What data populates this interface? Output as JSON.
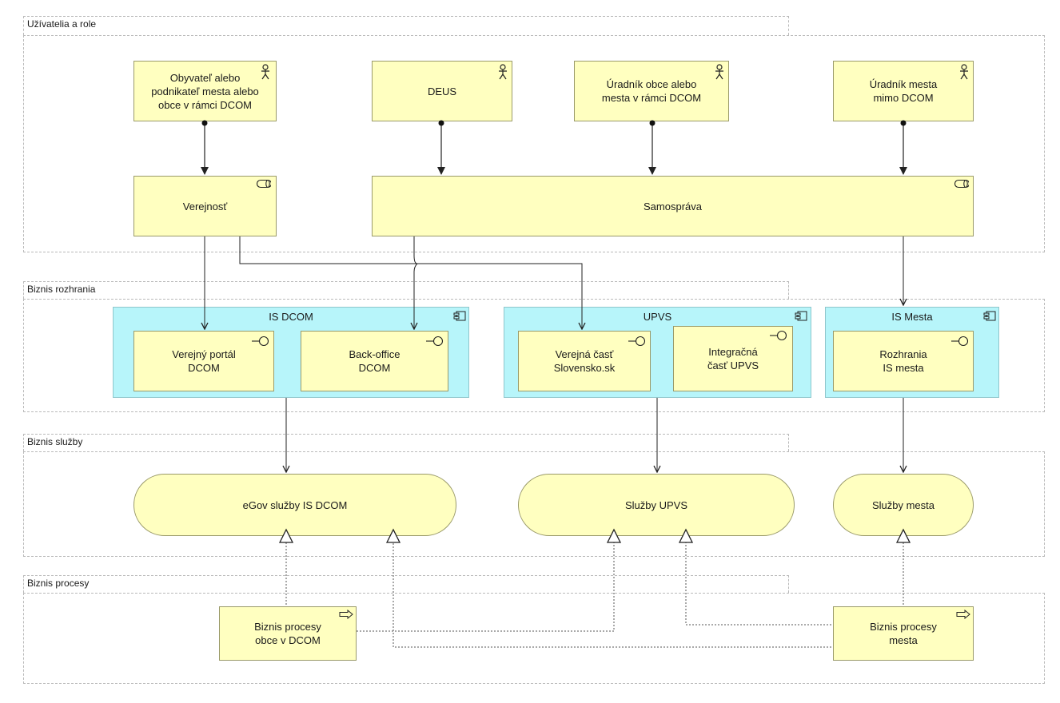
{
  "groups": {
    "users": "Užívatelia a role",
    "interfaces": "Biznis rozhrania",
    "services": "Biznis služby",
    "processes": "Biznis procesy"
  },
  "actors": {
    "citizen": "Obyvateľ alebo podnikateľ mesta alebo obce v rámci DCOM",
    "deus": "DEUS",
    "official_dcom": "Úradník obce alebo mesta v rámci DCOM",
    "official_city": "Úradník mesta mimo DCOM"
  },
  "roles": {
    "public": "Verejnosť",
    "selfgov": "Samospráva"
  },
  "apps": {
    "isdcom": "IS DCOM",
    "upvs": "UPVS",
    "iscity": "IS Mesta"
  },
  "interfaces": {
    "public_portal": "Verejný portál DCOM",
    "backoffice": "Back-office DCOM",
    "public_part": "Verejná časť Slovensko.sk",
    "integration": "Integračná časť UPVS",
    "city_if": "Rozhrania IS mesta"
  },
  "services": {
    "egov": "eGov služby IS DCOM",
    "upvs": "Služby UPVS",
    "city": "Služby mesta"
  },
  "processes": {
    "dcom": "Biznis procesy obce v DCOM",
    "city": "Biznis procesy mesta"
  },
  "icons": [
    "actor-icon",
    "role-icon",
    "component-icon",
    "interface-icon",
    "process-icon"
  ],
  "colors": {
    "business": "#ffffc0",
    "application": "#b7f5fa"
  }
}
